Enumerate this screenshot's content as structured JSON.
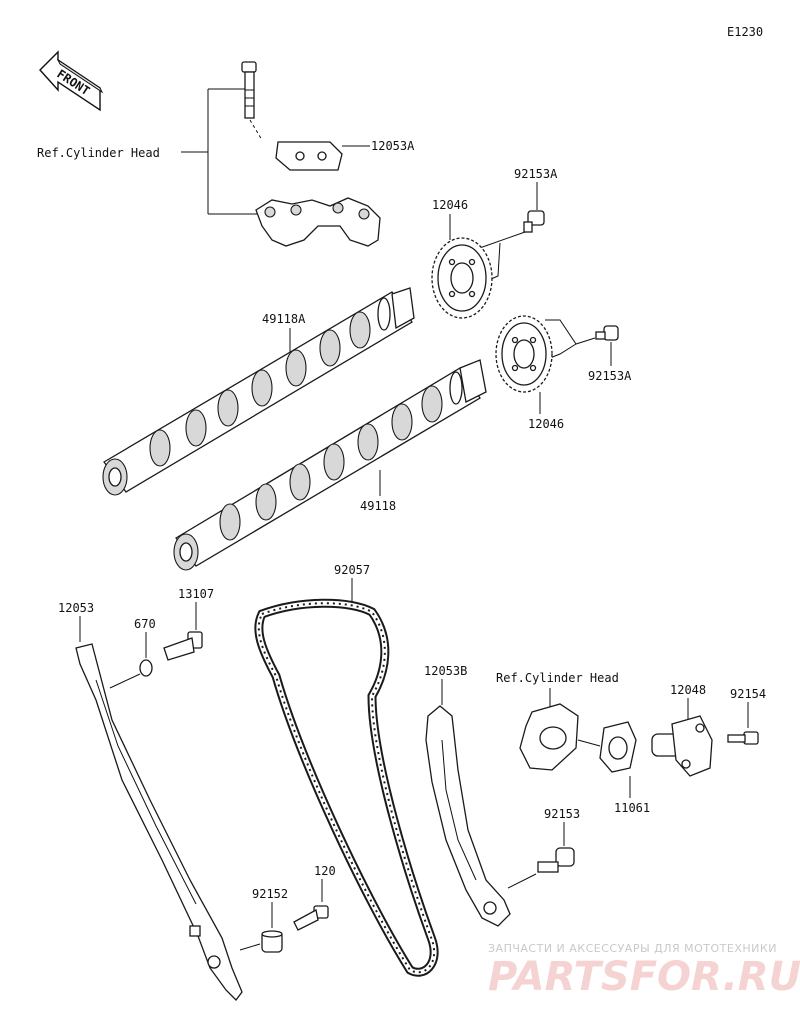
{
  "diagram_code": "E1230",
  "front_marker": "FRONT",
  "refs": {
    "cylinder_head_top": "Ref.Cylinder Head",
    "cylinder_head_right": "Ref.Cylinder Head"
  },
  "parts": {
    "p12053A": "12053A",
    "p92153A_top": "92153A",
    "p12046_top": "12046",
    "p49118A": "49118A",
    "p92153A_right": "92153A",
    "p12046_right": "12046",
    "p49118": "49118",
    "p92057": "92057",
    "p12053": "12053",
    "p13107": "13107",
    "p670": "670",
    "p12053B": "12053B",
    "p12048": "12048",
    "p92154": "92154",
    "p11061": "11061",
    "p92153": "92153",
    "p92152": "92152",
    "p120": "120"
  },
  "watermark": {
    "tagline": "ЗАПЧАСТИ И АКСЕССУАРЫ ДЛЯ МОТОТЕХНИКИ",
    "brand": "PARTSFOR.RU"
  },
  "colors": {
    "ink": "#1a1a1a",
    "watermark_brand": "#f6d3d3",
    "watermark_tagline": "#c9c9c9"
  }
}
